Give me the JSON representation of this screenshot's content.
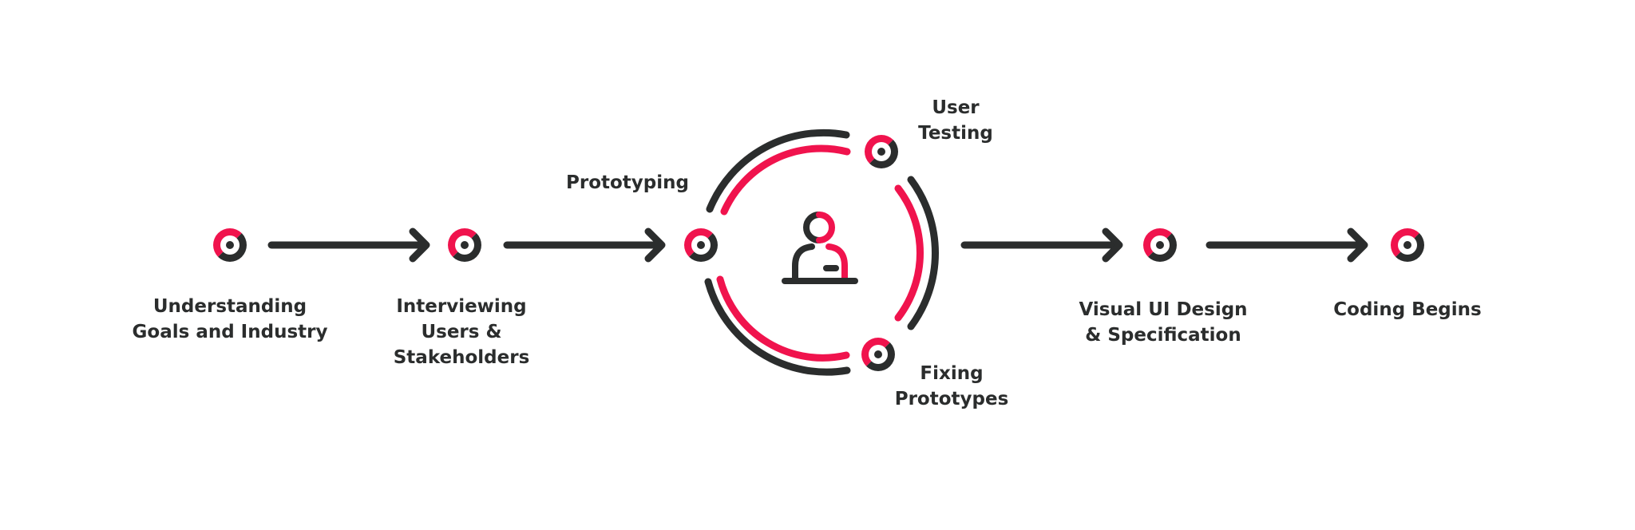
{
  "colors": {
    "accent": "#f0134d",
    "dark": "#2b2d2d",
    "background": "#ffffff"
  },
  "steps": [
    {
      "id": "understanding",
      "label": "Understanding\nGoals and Industry"
    },
    {
      "id": "interviewing",
      "label": "Interviewing\nUsers &\nStakeholders"
    },
    {
      "id": "prototyping",
      "label": "Prototyping"
    },
    {
      "id": "user-testing",
      "label": "User\nTesting"
    },
    {
      "id": "fixing",
      "label": "Fixing\nPrototypes"
    },
    {
      "id": "visual-ui",
      "label": "Visual UI Design\n& Specification"
    },
    {
      "id": "coding",
      "label": "Coding Begins"
    }
  ],
  "icons": {
    "node": "node-target-icon",
    "arrow": "arrow-right-icon",
    "center": "user-at-desk-icon",
    "cycle": "iteration-cycle-icon"
  }
}
